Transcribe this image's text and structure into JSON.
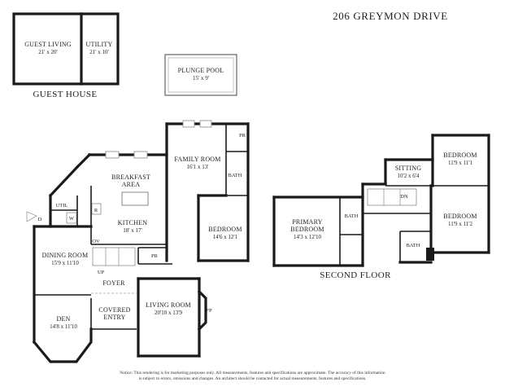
{
  "title": "206 GREYMON DRIVE",
  "sections": {
    "guest_house": "GUEST HOUSE",
    "second_floor": "SECOND FLOOR"
  },
  "rooms": {
    "guest_living": {
      "name": "GUEST LIVING",
      "dim": "21' x 20'"
    },
    "utility": {
      "name": "UTILITY",
      "dim": "21' x 10'"
    },
    "plunge_pool": {
      "name": "PLUNGE POOL",
      "dim": "15' x 9'"
    },
    "family_room": {
      "name": "FAMILY ROOM",
      "dim": "16'1 x 13'"
    },
    "breakfast": {
      "name1": "BREAKFAST",
      "name2": "AREA"
    },
    "kitchen": {
      "name": "KITCHEN",
      "dim": "18' x 17'"
    },
    "bedroom_main": {
      "name": "BEDROOM",
      "dim": "14'6 x 12'1"
    },
    "dining": {
      "name": "DINING ROOM",
      "dim": "15'9 x 11'10"
    },
    "foyer": {
      "name": "FOYER"
    },
    "living": {
      "name": "LIVING ROOM",
      "dim": "20'10 x 13'9"
    },
    "den": {
      "name": "DEN",
      "dim": "14'8 x 11'10"
    },
    "covered_entry": {
      "name1": "COVERED",
      "name2": "ENTRY"
    },
    "primary": {
      "name1": "PRIMARY",
      "name2": "BEDROOM",
      "dim": "14'3 x 12'10"
    },
    "sitting": {
      "name": "SITTING",
      "dim": "10'2 x 6'4"
    },
    "bedroom_up1": {
      "name": "BEDROOM",
      "dim": "11'9 x 11'1"
    },
    "bedroom_up2": {
      "name": "BEDROOM",
      "dim": "11'9 x 11'2"
    }
  },
  "small_labels": {
    "pr_top": "PR",
    "bath_family": "BATH",
    "util": "UTIL",
    "w": "W",
    "r": "R",
    "d": "D",
    "ov": "OV",
    "pr_foyer": "PR",
    "up": "UP",
    "fp": "FP",
    "bath_primary": "BATH",
    "dn": "DN",
    "bath_second": "BATH"
  },
  "notice": {
    "line1": "Notice: This rendering is for marketing purposes only. All measurements, features and specifications are approximate. The accuracy of this information",
    "line2": "is subject to errors, omissions and changes. An architect should be contacted for actual measurements, features and specifications."
  }
}
